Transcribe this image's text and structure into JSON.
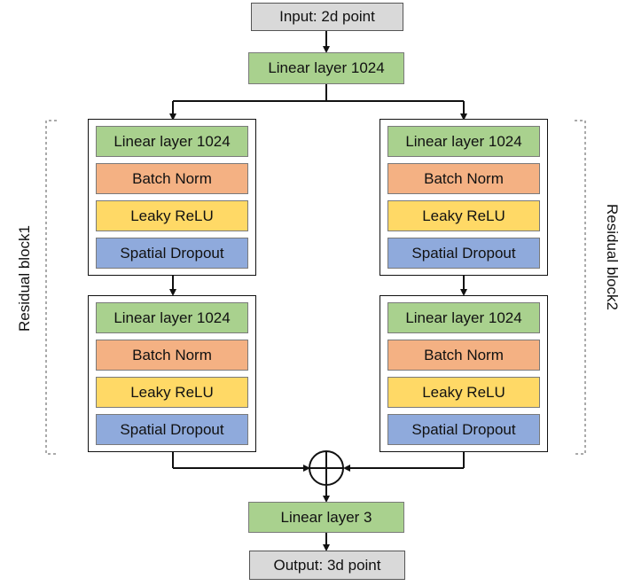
{
  "input": "Input: 2d point",
  "linear_top": "Linear layer 1024",
  "left_block": {
    "label": "Residual block1",
    "unit1": [
      "Linear layer 1024",
      "Batch Norm",
      "Leaky ReLU",
      "Spatial Dropout"
    ],
    "unit2": [
      "Linear layer 1024",
      "Batch Norm",
      "Leaky ReLU",
      "Spatial Dropout"
    ]
  },
  "right_block": {
    "label": "Residual block2",
    "unit1": [
      "Linear layer 1024",
      "Batch Norm",
      "Leaky ReLU",
      "Spatial Dropout"
    ],
    "unit2": [
      "Linear layer 1024",
      "Batch Norm",
      "Leaky ReLU",
      "Spatial Dropout"
    ]
  },
  "linear_bottom": "Linear layer 3",
  "output": "Output: 3d point",
  "colors": {
    "linear": "#a9d18e",
    "batch_norm": "#f4b183",
    "leaky_relu": "#ffd966",
    "dropout": "#8faadc",
    "io": "#d9d9d9"
  }
}
